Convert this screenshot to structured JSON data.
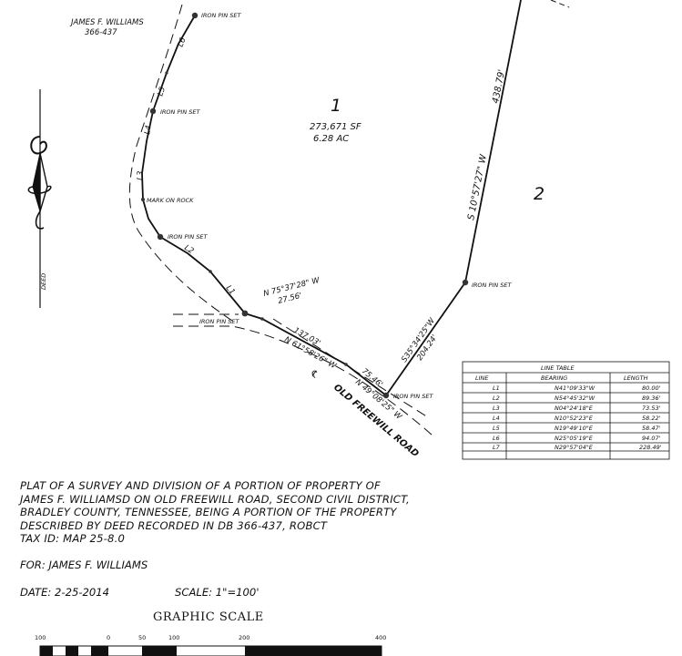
{
  "owner_label": {
    "name": "JAMES F. WILLIAMS",
    "deed": "366-437"
  },
  "lot1": {
    "number": "1",
    "area_sf": "273,671 SF",
    "area_ac": "6.28 AC"
  },
  "lot2": {
    "number": "2"
  },
  "markers": {
    "iron_pin_set": "IRON PIN SET",
    "mark_on_rock": "MARK ON ROCK"
  },
  "line_labels": [
    "L1",
    "L2",
    "L3",
    "L4",
    "L5",
    "L6"
  ],
  "bearings": {
    "east_line_bearing": "S 10°57'27\" W",
    "east_line_length": "438.79'",
    "south_line_bearing": "S35°34'25\"W",
    "south_line_length": "204.24'",
    "tie_bearing": "N 75°37'28\" W",
    "tie_length": "27.56'",
    "road1_length": "137.03'",
    "road1_bearing": "N 61°58'26\" W",
    "road2_length": "75.46'",
    "road2_bearing": "N 49°08'25\" W"
  },
  "road": {
    "name": "OLD FREEWILL ROAD",
    "centerline": "℄"
  },
  "line_table": {
    "title": "LINE TABLE",
    "headers": [
      "LINE",
      "BEARING",
      "LENGTH"
    ],
    "rows": [
      [
        "L1",
        "N41°09'33\"W",
        "80.00'"
      ],
      [
        "L2",
        "N54°45'32\"W",
        "89.36'"
      ],
      [
        "L3",
        "N04°24'18\"E",
        "73.53'"
      ],
      [
        "L4",
        "N10°52'23\"E",
        "58.22'"
      ],
      [
        "L5",
        "N19°49'10\"E",
        "58.47'"
      ],
      [
        "L6",
        "N25°05'19\"E",
        "94.07'"
      ],
      [
        "L7",
        "N29°57'04\"E",
        "228.49'"
      ]
    ]
  },
  "notes": {
    "lines": [
      "PLAT OF A SURVEY AND DIVISION OF A PORTION OF PROPERTY OF",
      "JAMES F. WILLIAMSD ON OLD FREEWILL ROAD, SECOND CIVIL DISTRICT,",
      "BRADLEY COUNTY, TENNESSEE, BEING A PORTION OF THE PROPERTY",
      "DESCRIBED BY DEED RECORDED IN DB 366-437, ROBCT",
      "TAX ID: MAP 25-8.0"
    ],
    "for": "FOR: JAMES F. WILLIAMS",
    "date": "DATE: 2-25-2014",
    "scale": "SCALE: 1\"=100'"
  },
  "graphic_scale": {
    "title": "GRAPHIC SCALE",
    "ticks": [
      "100",
      "0",
      "50",
      "100",
      "200",
      "400"
    ]
  },
  "north_arrow": {
    "label": "DEED"
  }
}
